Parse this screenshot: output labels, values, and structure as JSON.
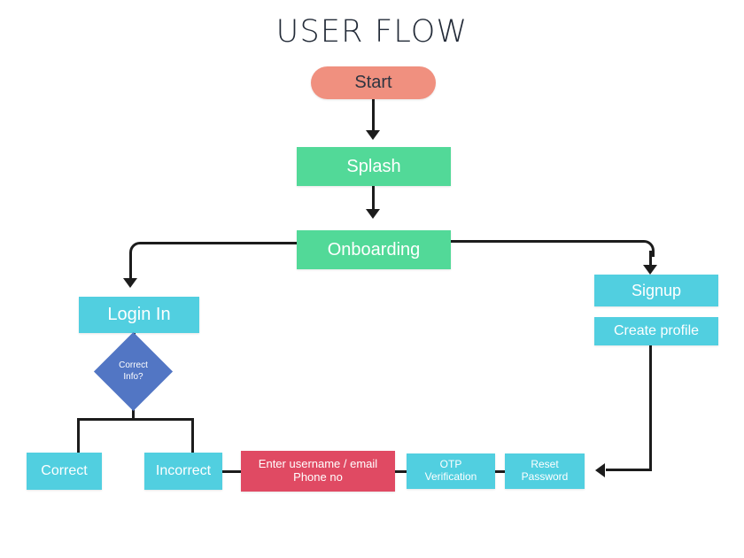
{
  "page": {
    "title": "USER FLOW",
    "background": "#ffffff"
  },
  "palette": {
    "start": "#F0907F",
    "green": "#52D998",
    "cyan": "#51CFE0",
    "pink": "#E04A63",
    "diamond": "#5276C4",
    "line": "#1c1c1c",
    "title_text": "#232b38"
  },
  "nodes": {
    "start": {
      "label": "Start",
      "shape": "pill",
      "color": "#F0907F"
    },
    "splash": {
      "label": "Splash",
      "shape": "rect",
      "color": "#52D998"
    },
    "onboarding": {
      "label": "Onboarding",
      "shape": "rect",
      "color": "#52D998"
    },
    "login": {
      "label": "Login In",
      "shape": "rect",
      "color": "#51CFE0"
    },
    "decision_line1": "Correct",
    "decision_line2": "Info?",
    "correct": {
      "label": "Correct",
      "shape": "rect",
      "color": "#51CFE0"
    },
    "incorrect": {
      "label": "Incorrect",
      "shape": "rect",
      "color": "#51CFE0"
    },
    "enter_credentials_line1": "Enter username / email",
    "enter_credentials_line2": "Phone no",
    "otp_line1": "OTP",
    "otp_line2": "Verification",
    "reset_line1": "Reset",
    "reset_line2": "Password",
    "signup": {
      "label": "Signup",
      "shape": "rect",
      "color": "#51CFE0"
    },
    "create_profile": {
      "label": "Create profile",
      "shape": "rect",
      "color": "#51CFE0"
    }
  },
  "flow": {
    "edges": [
      {
        "from": "start",
        "to": "splash",
        "arrow": true
      },
      {
        "from": "splash",
        "to": "onboarding",
        "arrow": true
      },
      {
        "from": "onboarding",
        "to": "login",
        "arrow": true
      },
      {
        "from": "onboarding",
        "to": "signup",
        "arrow": true
      },
      {
        "from": "login",
        "to": "decision",
        "arrow": false
      },
      {
        "from": "decision",
        "to": "correct",
        "arrow": false
      },
      {
        "from": "decision",
        "to": "incorrect",
        "arrow": false
      },
      {
        "from": "incorrect",
        "to": "enter_credentials",
        "arrow": false
      },
      {
        "from": "enter_credentials",
        "to": "otp",
        "arrow": false
      },
      {
        "from": "otp",
        "to": "reset_password",
        "arrow": false
      },
      {
        "from": "signup",
        "to": "create_profile",
        "arrow": false
      },
      {
        "from": "create_profile",
        "to": "reset_password",
        "arrow": true
      }
    ]
  }
}
